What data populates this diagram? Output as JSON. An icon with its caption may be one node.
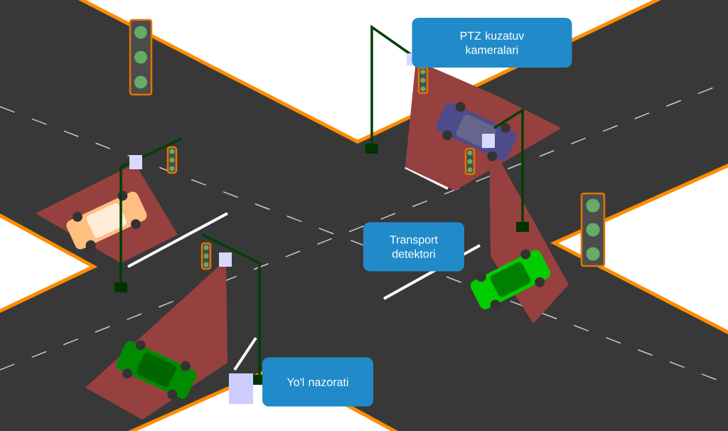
{
  "diagram": {
    "nodes": [
      {
        "text": [
          "PTZ kuzatuv kameralari"
        ]
      },
      {
        "text": [
          "Transport detektori"
        ]
      },
      {
        "text": [
          "Yo'l nazorati"
        ]
      }
    ]
  }
}
